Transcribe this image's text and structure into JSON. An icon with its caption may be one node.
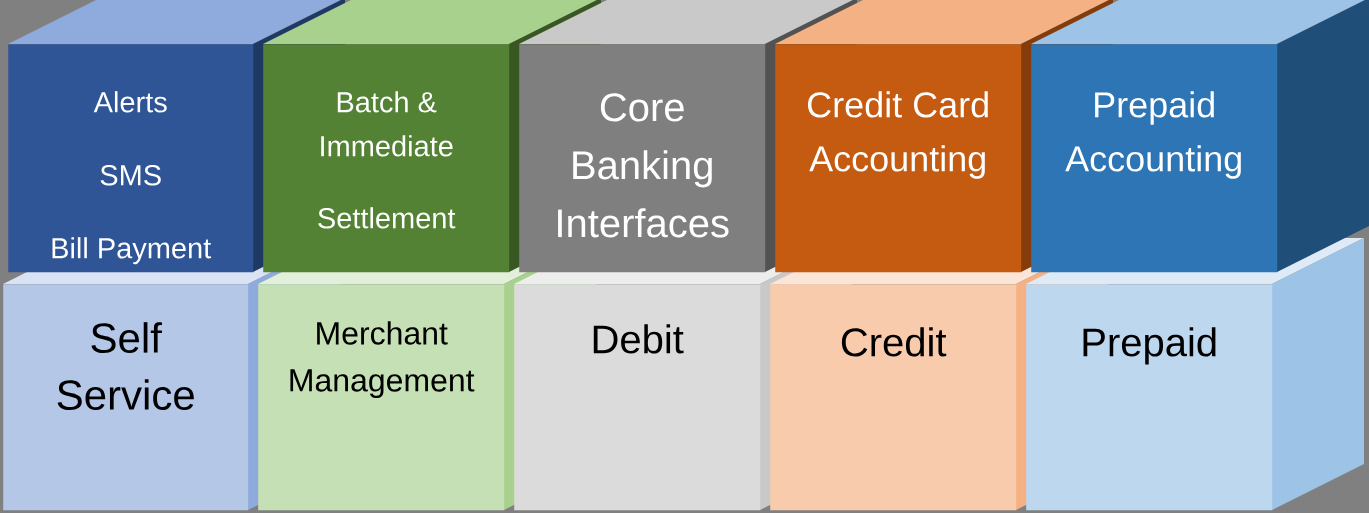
{
  "diagram": {
    "nodes": [
      {
        "text": [
          "Alerts",
          "SMS",
          "Bill Payment"
        ]
      },
      {
        "text": [
          "Batch & Immediate",
          "Settlement"
        ]
      },
      {
        "text": [
          "Core Banking Interfaces"
        ]
      },
      {
        "text": [
          "Credit Card Accounting"
        ]
      },
      {
        "text": [
          "Prepaid Accounting"
        ]
      },
      {
        "text": [
          "Self Service"
        ]
      },
      {
        "text": [
          "Merchant Management"
        ]
      },
      {
        "text": [
          "Debit"
        ]
      },
      {
        "text": [
          "Credit"
        ]
      },
      {
        "text": [
          "Prepaid"
        ]
      }
    ]
  }
}
